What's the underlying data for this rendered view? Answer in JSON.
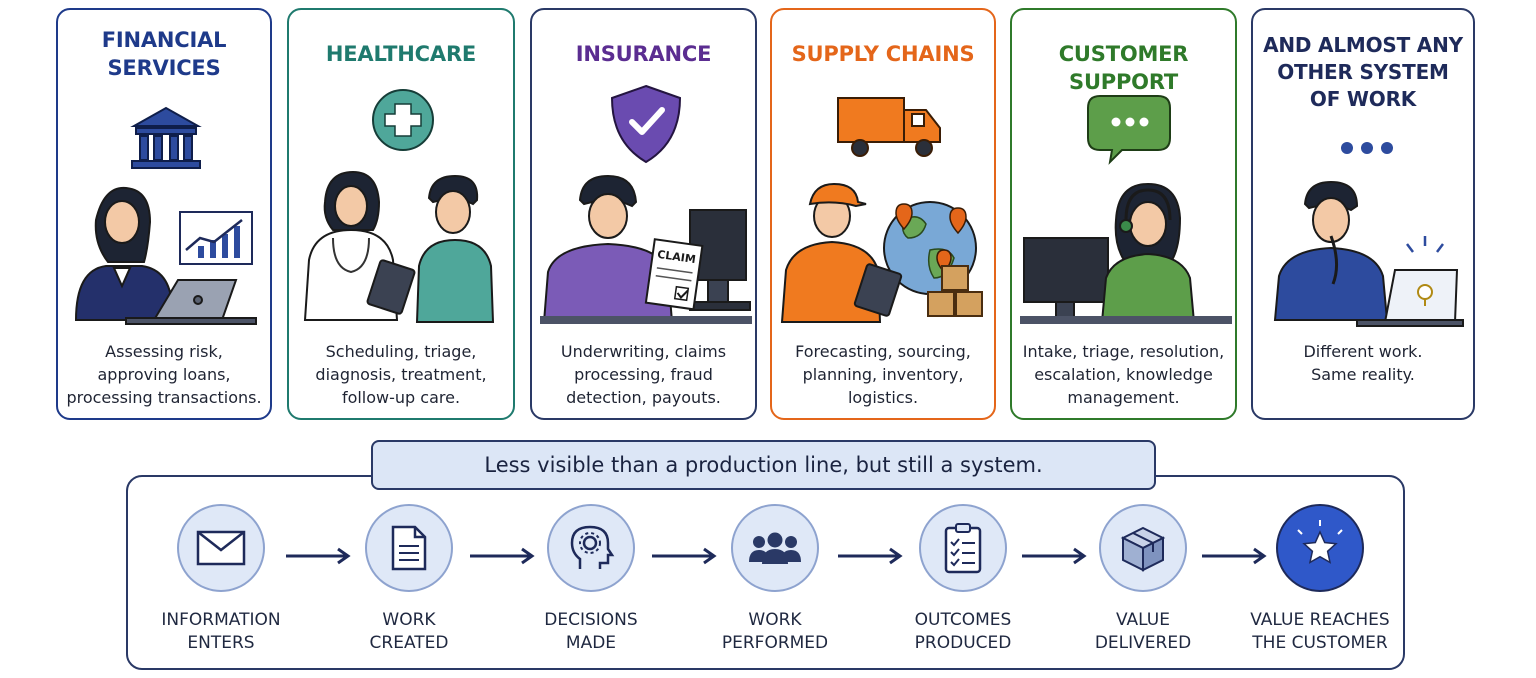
{
  "cards": [
    {
      "title": "FINANCIAL\nSERVICES",
      "description": "Assessing risk, approving loans, processing transactions.",
      "color": "#1e3a8a",
      "icon": "bank-icon"
    },
    {
      "title": "HEALTHCARE",
      "description": "Scheduling, triage, diagnosis, treatment, follow-up care.",
      "color": "#1f7a6e",
      "icon": "medical-cross-icon"
    },
    {
      "title": "INSURANCE",
      "description": "Underwriting, claims processing, fraud detection, payouts.",
      "color": "#5b2d91",
      "icon": "shield-check-icon",
      "claim_label": "CLAIM"
    },
    {
      "title": "SUPPLY CHAINS",
      "description": "Forecasting, sourcing, planning, inventory, logistics.",
      "color": "#e4661a",
      "icon": "delivery-truck-icon"
    },
    {
      "title": "CUSTOMER SUPPORT",
      "description": "Intake, triage, resolution, escalation, knowledge management.",
      "color": "#2f7a2a",
      "icon": "chat-bubble-icon"
    },
    {
      "title": "AND ALMOST ANY\nOTHER SYSTEM\nOF WORK",
      "description": "Different work.\nSame reality.",
      "color": "#1e2a5a",
      "icon": "ellipsis-icon"
    }
  ],
  "banner": "Less visible than a production line, but still a system.",
  "flow": [
    {
      "label": "INFORMATION\nENTERS",
      "icon": "envelope-icon"
    },
    {
      "label": "WORK\nCREATED",
      "icon": "document-icon"
    },
    {
      "label": "DECISIONS\nMADE",
      "icon": "head-gear-icon"
    },
    {
      "label": "WORK\nPERFORMED",
      "icon": "team-icon"
    },
    {
      "label": "OUTCOMES\nPRODUCED",
      "icon": "checklist-icon"
    },
    {
      "label": "VALUE\nDELIVERED",
      "icon": "package-icon"
    },
    {
      "label": "VALUE REACHES\nTHE CUSTOMER",
      "icon": "star-icon",
      "highlight": "#2f58c9"
    }
  ]
}
